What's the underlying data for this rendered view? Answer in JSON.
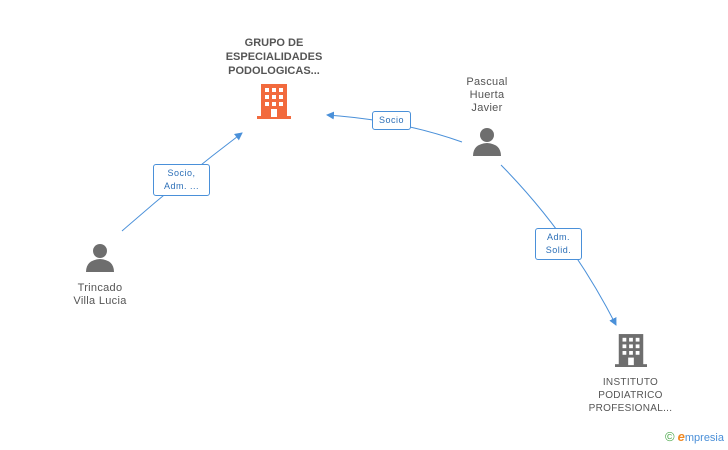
{
  "nodes": {
    "company_main": {
      "label": [
        "GRUPO DE",
        "ESPECIALIDADES",
        "PODOLOGICAS..."
      ],
      "color": "#f26a3d",
      "icon": "building-icon"
    },
    "person_pascual": {
      "label": [
        "Pascual",
        "Huerta",
        "Javier"
      ],
      "color": "#6e6e6e",
      "icon": "person-icon"
    },
    "person_trincado": {
      "label": [
        "Trincado",
        "Villa Lucia"
      ],
      "color": "#6e6e6e",
      "icon": "person-icon"
    },
    "company_instituto": {
      "label": [
        "INSTITUTO",
        "PODIATRICO",
        "PROFESIONAL..."
      ],
      "color": "#6e6e6e",
      "icon": "building-icon"
    }
  },
  "edges": [
    {
      "from": "person_pascual",
      "to": "company_main",
      "label": [
        "Socio"
      ]
    },
    {
      "from": "person_trincado",
      "to": "company_main",
      "label": [
        "Socio,",
        "Adm. ..."
      ]
    },
    {
      "from": "person_pascual",
      "to": "company_instituto",
      "label": [
        "Adm.",
        "Solid."
      ]
    }
  ],
  "edge_color": "#4a90d9",
  "brand": {
    "copyright": "©",
    "e": "e",
    "name": "mpresia"
  }
}
